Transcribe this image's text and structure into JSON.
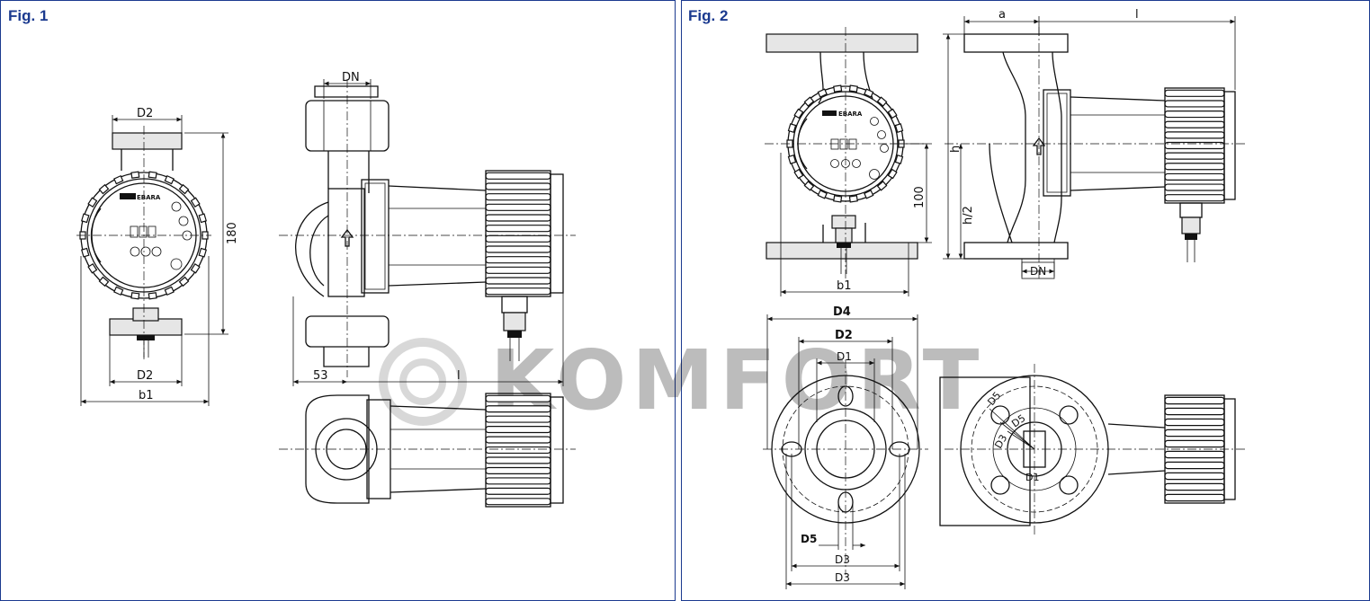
{
  "figures": {
    "fig1": {
      "label": "Fig. 1",
      "dims": {
        "d2_top": "D2",
        "d2_bottom": "D2",
        "b1": "b1",
        "h180": "180",
        "dn": "DN",
        "d53": "53",
        "l": "l"
      }
    },
    "fig2": {
      "label": "Fig. 2",
      "dims": {
        "a": "a",
        "l": "l",
        "h": "h",
        "h100": "100",
        "h_half": "h/2",
        "b1": "b1",
        "dn": "DN",
        "d4": "D4",
        "d2": "D2",
        "d1": "D1",
        "d5": "D5",
        "d3_upper": "D3",
        "d3_lower": "D3",
        "d5_right_a": "D5",
        "d5_right_b": "D5",
        "d3_right": "D3",
        "d1_right": "D1"
      }
    }
  },
  "brand": "EBARA",
  "watermark": "KOMFORT"
}
